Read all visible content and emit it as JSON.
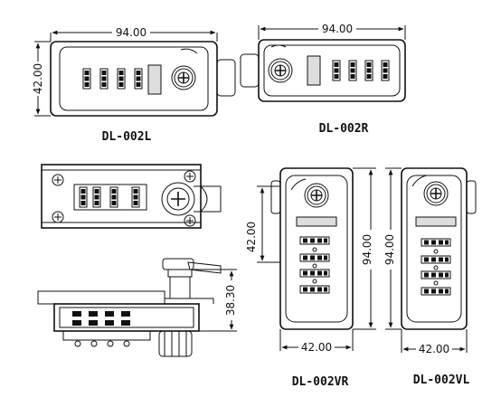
{
  "labels": {
    "dl002l": "DL-002L",
    "dl002r": "DL-002R",
    "dl002vr": "DL-002VR",
    "dl002vl": "DL-002VL"
  },
  "dims": {
    "l_width": "94.00",
    "l_height": "42.00",
    "r_width": "94.00",
    "vr_height_left": "42.00",
    "vr_height_right": "94.00",
    "vr_width": "42.00",
    "vl_height": "94.00",
    "vl_width": "42.00",
    "side_depth": "38.30"
  }
}
